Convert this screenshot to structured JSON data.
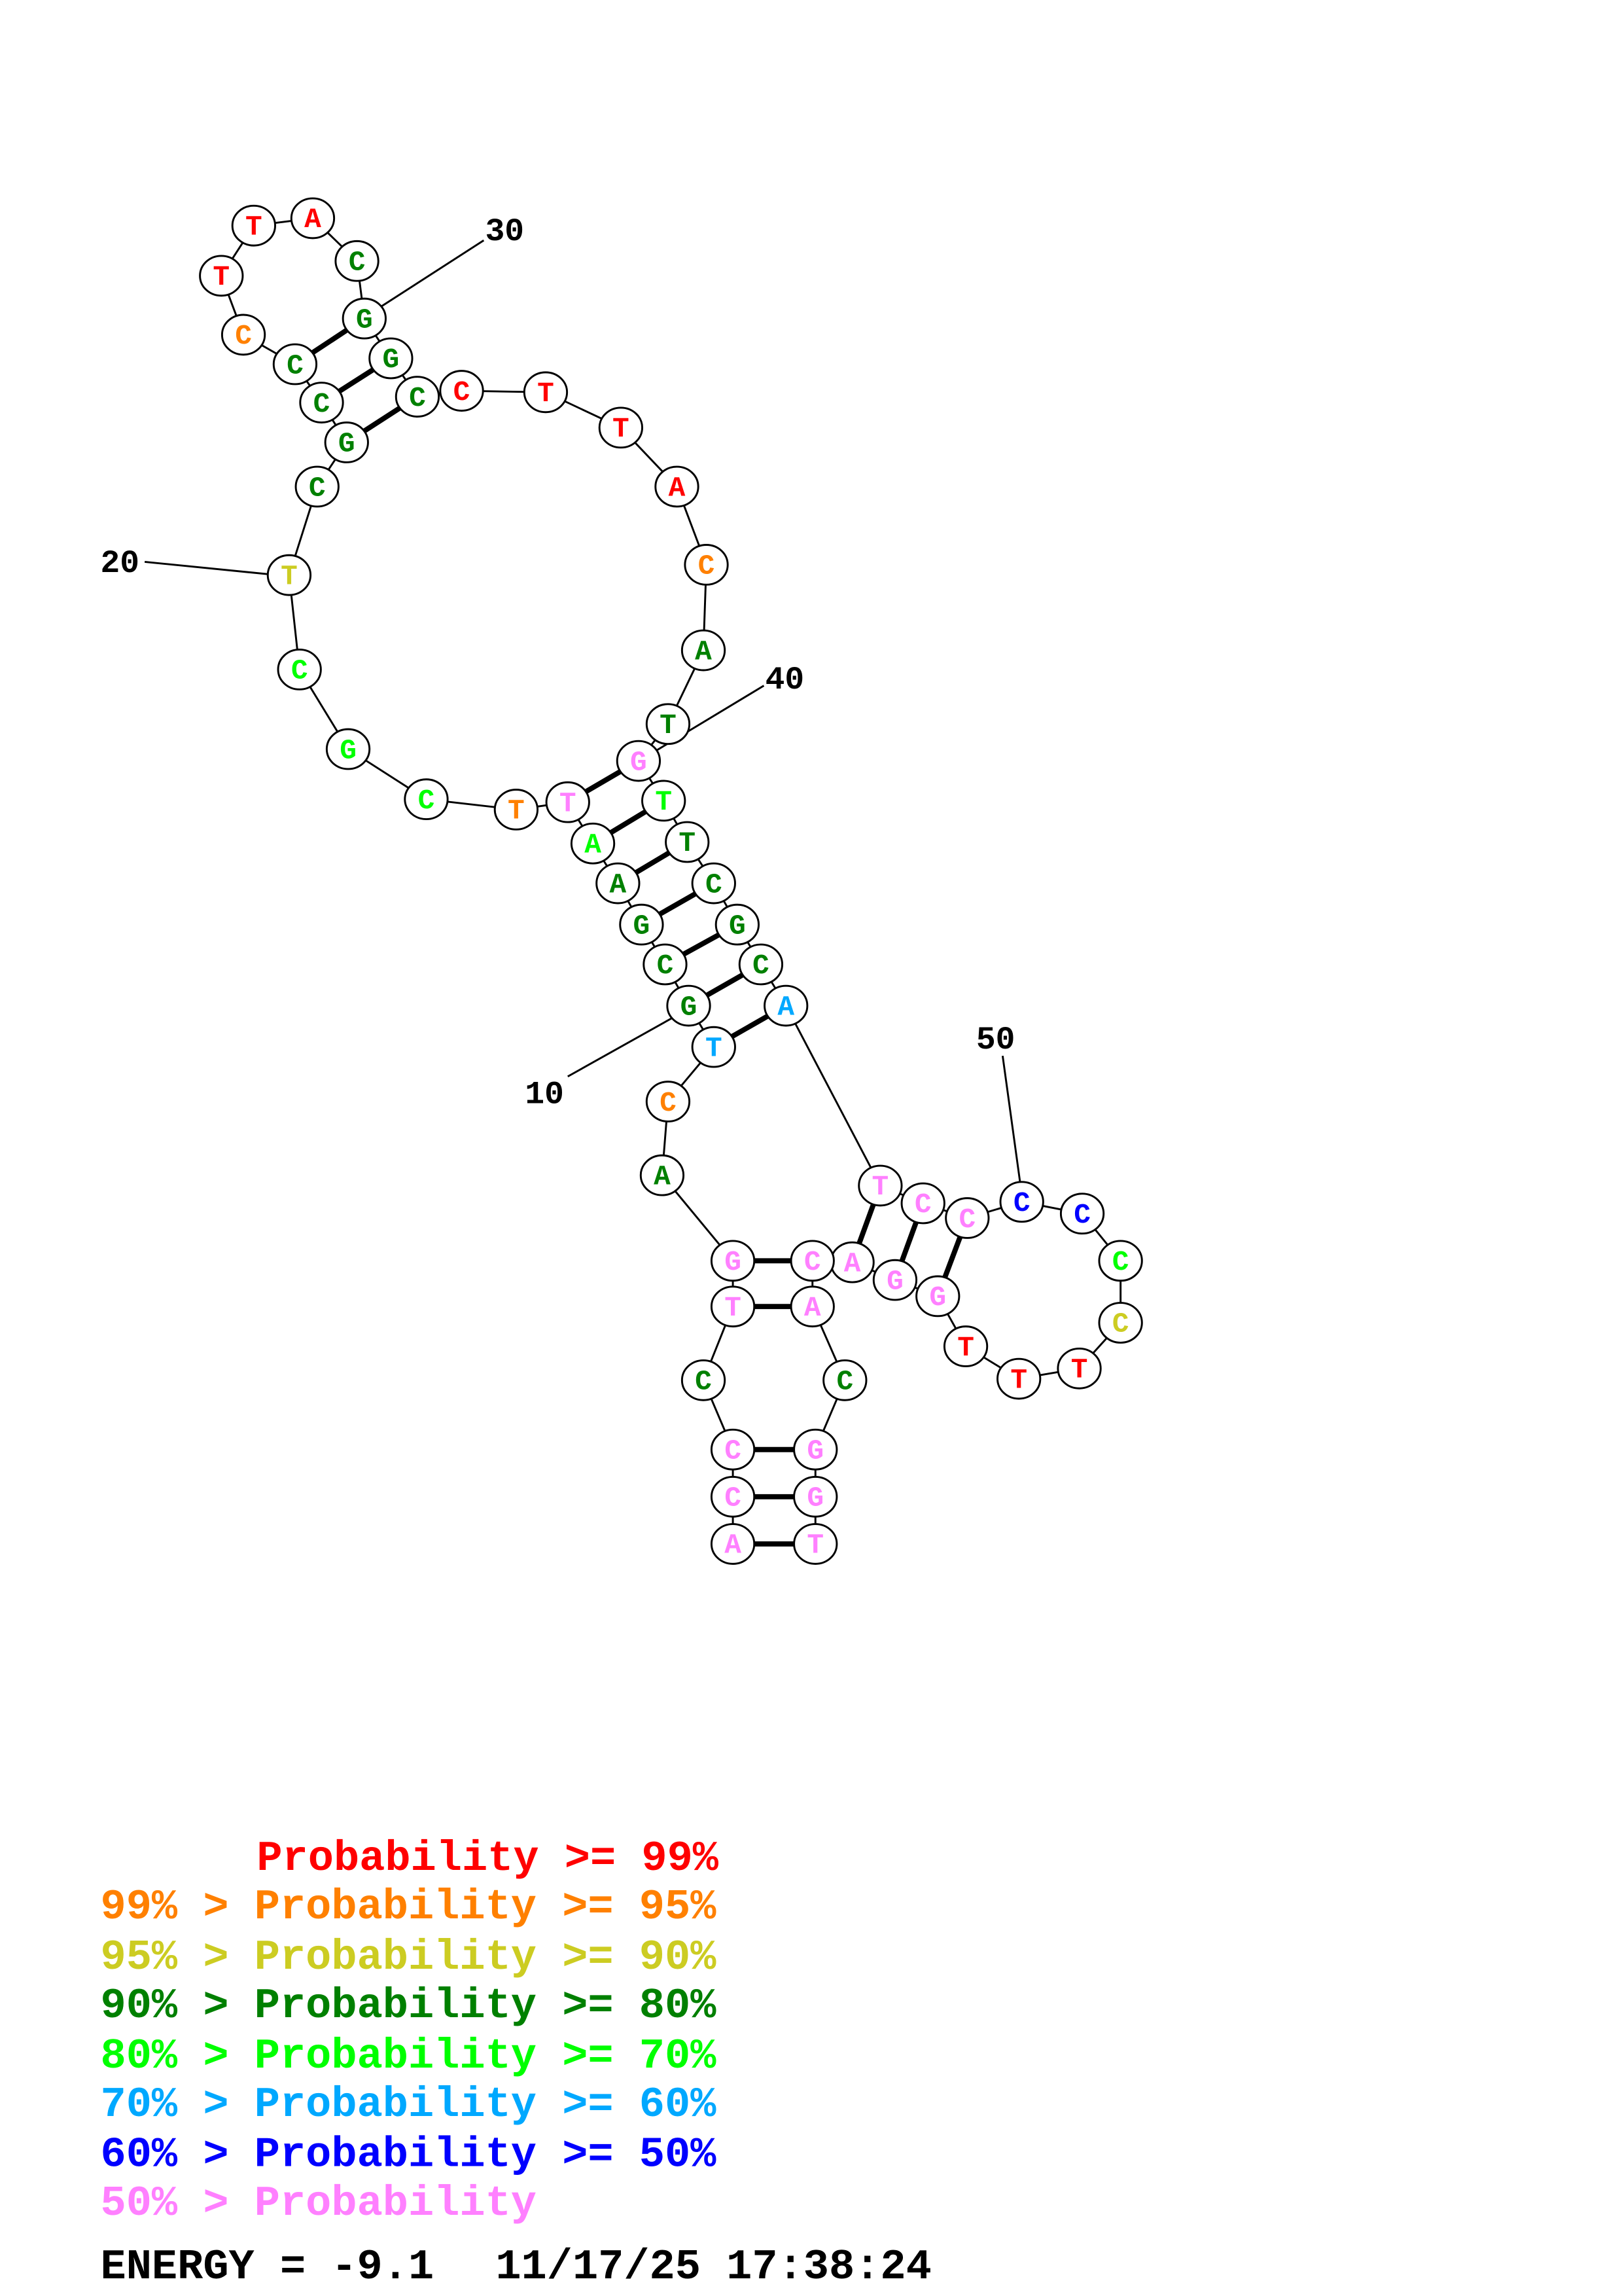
{
  "colors": {
    "p99": "#ff0000",
    "p95": "#ff8000",
    "p90": "#cccc22",
    "p80": "#008000",
    "p70": "#00ff00",
    "p60": "#00a8ff",
    "p50": "#0000ff",
    "plow": "#ff80ff"
  },
  "sequence": [
    {
      "base": "A",
      "prob": "plow"
    },
    {
      "base": "C",
      "prob": "plow"
    },
    {
      "base": "C",
      "prob": "plow"
    },
    {
      "base": "C",
      "prob": "p80"
    },
    {
      "base": "T",
      "prob": "plow"
    },
    {
      "base": "G",
      "prob": "plow"
    },
    {
      "base": "A",
      "prob": "p80"
    },
    {
      "base": "C",
      "prob": "p95"
    },
    {
      "base": "T",
      "prob": "p60"
    },
    {
      "base": "G",
      "prob": "p80"
    },
    {
      "base": "C",
      "prob": "p80"
    },
    {
      "base": "G",
      "prob": "p80"
    },
    {
      "base": "A",
      "prob": "p80"
    },
    {
      "base": "A",
      "prob": "p70"
    },
    {
      "base": "T",
      "prob": "plow"
    },
    {
      "base": "T",
      "prob": "p95"
    },
    {
      "base": "C",
      "prob": "p70"
    },
    {
      "base": "G",
      "prob": "p70"
    },
    {
      "base": "C",
      "prob": "p70"
    },
    {
      "base": "T",
      "prob": "p90"
    },
    {
      "base": "C",
      "prob": "p80"
    },
    {
      "base": "G",
      "prob": "p80"
    },
    {
      "base": "C",
      "prob": "p80"
    },
    {
      "base": "C",
      "prob": "p80"
    },
    {
      "base": "C",
      "prob": "p95"
    },
    {
      "base": "T",
      "prob": "p99"
    },
    {
      "base": "T",
      "prob": "p99"
    },
    {
      "base": "A",
      "prob": "p99"
    },
    {
      "base": "C",
      "prob": "p80"
    },
    {
      "base": "G",
      "prob": "p80"
    },
    {
      "base": "G",
      "prob": "p80"
    },
    {
      "base": "C",
      "prob": "p80"
    },
    {
      "base": "C",
      "prob": "p99"
    },
    {
      "base": "T",
      "prob": "p99"
    },
    {
      "base": "T",
      "prob": "p99"
    },
    {
      "base": "A",
      "prob": "p99"
    },
    {
      "base": "C",
      "prob": "p95"
    },
    {
      "base": "A",
      "prob": "p80"
    },
    {
      "base": "T",
      "prob": "p80"
    },
    {
      "base": "G",
      "prob": "plow"
    },
    {
      "base": "T",
      "prob": "p70"
    },
    {
      "base": "T",
      "prob": "p80"
    },
    {
      "base": "C",
      "prob": "p80"
    },
    {
      "base": "G",
      "prob": "p80"
    },
    {
      "base": "C",
      "prob": "p80"
    },
    {
      "base": "A",
      "prob": "p60"
    },
    {
      "base": "T",
      "prob": "plow"
    },
    {
      "base": "C",
      "prob": "plow"
    },
    {
      "base": "C",
      "prob": "plow"
    },
    {
      "base": "C",
      "prob": "p50"
    },
    {
      "base": "C",
      "prob": "p50"
    },
    {
      "base": "C",
      "prob": "p70"
    },
    {
      "base": "C",
      "prob": "p90"
    },
    {
      "base": "T",
      "prob": "p99"
    },
    {
      "base": "T",
      "prob": "p99"
    },
    {
      "base": "T",
      "prob": "p99"
    },
    {
      "base": "G",
      "prob": "plow"
    },
    {
      "base": "G",
      "prob": "plow"
    },
    {
      "base": "A",
      "prob": "plow"
    },
    {
      "base": "C",
      "prob": "plow"
    },
    {
      "base": "A",
      "prob": "plow"
    },
    {
      "base": "C",
      "prob": "p80"
    },
    {
      "base": "G",
      "prob": "plow"
    },
    {
      "base": "G",
      "prob": "plow"
    },
    {
      "base": "T",
      "prob": "plow"
    }
  ],
  "pairs": [
    [
      1,
      65
    ],
    [
      2,
      64
    ],
    [
      3,
      63
    ],
    [
      5,
      61
    ],
    [
      6,
      60
    ],
    [
      9,
      46
    ],
    [
      10,
      45
    ],
    [
      11,
      44
    ],
    [
      12,
      43
    ],
    [
      13,
      42
    ],
    [
      14,
      41
    ],
    [
      15,
      40
    ],
    [
      22,
      32
    ],
    [
      23,
      31
    ],
    [
      24,
      30
    ],
    [
      47,
      59
    ],
    [
      48,
      58
    ],
    [
      49,
      57
    ]
  ],
  "position_labels": [
    "10",
    "20",
    "30",
    "40",
    "50"
  ],
  "legend": [
    {
      "prefix": "",
      "text": "Probability >= 99%",
      "color": "#ff0000"
    },
    {
      "prefix": "99% > ",
      "text": "Probability >= 95%",
      "color": "#ff8000"
    },
    {
      "prefix": "95% > ",
      "text": "Probability >= 90%",
      "color": "#cccc22"
    },
    {
      "prefix": "90% > ",
      "text": "Probability >= 80%",
      "color": "#008000"
    },
    {
      "prefix": "80% > ",
      "text": "Probability >= 70%",
      "color": "#00ff00"
    },
    {
      "prefix": "70% > ",
      "text": "Probability >= 60%",
      "color": "#00a8ff"
    },
    {
      "prefix": "60% > ",
      "text": "Probability >= 50%",
      "color": "#0000ff"
    },
    {
      "prefix": "50% > ",
      "text": "Probability",
      "color": "#ff80ff"
    }
  ],
  "footer": {
    "energy": "ENERGY = -9.1",
    "timestamp": "11/17/25 17:38:24"
  }
}
